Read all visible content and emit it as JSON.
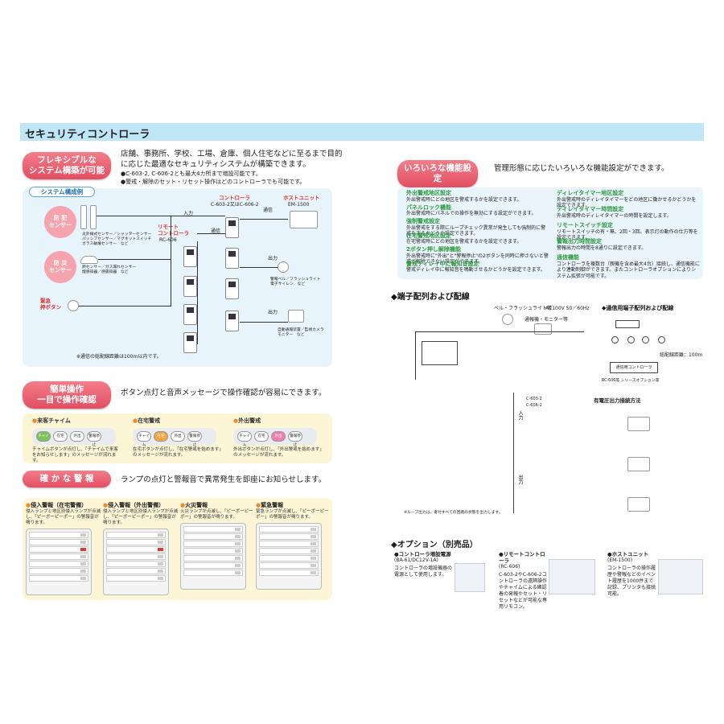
{
  "header": {
    "title": "セキュリティコントローラ"
  },
  "flex": {
    "badge": "フレキシブルな\nシステム構築が可能",
    "lead": "店舗、事務所、学校、工場、倉庫、個人住宅などに至るまで目的に応じた最適なセキュリティシステムが構築できます。",
    "note1": "●C-603-2, C-606-2とも最大4カ所まで増設可能です。",
    "note2": "●警戒・解除のセット・リセット操作はどのコントローラでも可能です。"
  },
  "system": {
    "tag": "システム構成例",
    "sensor_crime": "防 犯\nセンサー",
    "sensor_crime_desc": "炎外線式センサー／シャッターセンサー\nパッシブセンサー／マグネットスイッチ\nガラス破壊センサー　など",
    "sensor_fire": "防 災\nセンサー",
    "sensor_fire_desc": "熱センサー／ガス漏れセンサー\n煙感知器／感震知器　など",
    "emergency": "緊急\n押ボタン",
    "controller": "コントローラ",
    "controller_model": "C-603-2又はC-606-2",
    "host": "ホストユニット",
    "host_model": "EM-1500",
    "remote": "リモート\nコントローラ",
    "remote_model": "RC-606",
    "in": "入力",
    "comm": "通信",
    "output1": "出力",
    "output2": "出力",
    "wire": "通信",
    "out_desc1": "警報ベル／フラッシュライト\n電子サイレン　など",
    "out_desc2": "自動通報装置／監視カメラ\nモニター　など",
    "footnote": "※通信の総配線距離は100m以内です。"
  },
  "simple": {
    "badge": "簡単操作\n一目で操作確認",
    "lead": "ボタン点灯と音声メッセージで操作確認が容易にできます。",
    "modes": [
      {
        "title": "来客チャイム",
        "desc": "チャイムボタンが点灯し、「チャイムで来客をお知らせします」のメッセージが流れます。",
        "buttons": [
          "チャイム",
          "在宅",
          "外出",
          "警報停止"
        ],
        "active": 0,
        "color": "green"
      },
      {
        "title": "在宅警戒",
        "desc": "在宅ボタンが点灯し、「在宅警戒を始めます」のメッセージが流れます。",
        "buttons": [
          "チャイム",
          "在宅",
          "外出",
          "警報停止"
        ],
        "active": 1,
        "color": "orange"
      },
      {
        "title": "外出警戒",
        "desc": "外出ボタンが点灯し、「外出警戒を始めます」のメッセージが流れます。",
        "buttons": [
          "チャイム",
          "在宅",
          "外出",
          "警報停止"
        ],
        "active": 2,
        "color": "pink"
      }
    ]
  },
  "alarm": {
    "badge": "確 か な 警 報",
    "lead": "ランプの点灯と警報音で異常発生を即座にお知らせします。",
    "cards": [
      {
        "title": "侵入警報（在宅警備）",
        "desc": "侵入ランプと地区別侵入ランプが点滅し、「ピーポーピーポー」の警報音が鳴ります。"
      },
      {
        "title": "侵入警報（外出警備）",
        "desc": "侵入ランプと地区別侵入ランプが点滅し、「ピーポーピーポー」の警報音が鳴ります。"
      },
      {
        "title": "火災警報",
        "desc": "火災ランプが点滅し、「ピーポーピーポー」の警報音が鳴ります。"
      },
      {
        "title": "緊急警報",
        "desc": "緊急ランプが点滅し、「ピーポーピーポー」の警報音が鳴ります。"
      }
    ]
  },
  "functions": {
    "badge": "いろいろな機能設定",
    "lead": "管理形態に応じたいろいろな機能設定ができます。",
    "left": [
      {
        "title": "外出警戒地区設定",
        "desc": "外出警戒時にどの地区を警戒するかを設定できます。"
      },
      {
        "title": "パネルロック機能",
        "desc": "外出警戒時にパネルでの操作を無効にする設定ができます。"
      },
      {
        "title": "強制警戒設定",
        "desc": "外出警戒をする際にループチェック異常が発生しても強制的に警戒をするかどうか設定できます。"
      },
      {
        "title": "在宅警戒地区設定",
        "desc": "在宅警戒時にどの地区を警戒するかを設定できます。"
      },
      {
        "title": "2ボタン押し解除機能",
        "desc": "外出警戒時に\"外出\"と\"警報停止\"の2ボタンを同時に押さないと警戒が解除できない設定ができます。"
      },
      {
        "title": "警戒ディレイ中に報知音設定",
        "desc": "警戒ディレイ中に報知音を鳴動させるかどうかを設定できます。"
      }
    ],
    "right": [
      {
        "title": "ディレイタイマー地区設定",
        "desc": "外出警戒時のディレイタイマーをどの地区に働かせるかどうかを設定できます。"
      },
      {
        "title": "ディレイタイマー時間設定",
        "desc": "外出警戒時のディレイタイマーの時間を設定します。"
      },
      {
        "title": "リモートスイッチ設定",
        "desc": "リモートスイッチの有・無、2回・3回、表示灯の動作の仕方等を設定できます。"
      },
      {
        "title": "警報出力時間設定",
        "desc": "警報出力の時間を8通りに設定できます。"
      },
      {
        "title": "通信機能",
        "desc": "コントローラを複数台（親機を含め最大4台）接続し、通信機能により連動制御ができます。またコントローラオプションによりシステム拡張が可能です。"
      }
    ]
  },
  "wiring": {
    "title": "◆端子配列および配線",
    "comm_title": "◆通信用端子配列および配線",
    "bell": "ベル・フラッシュライト等",
    "power": "AC100V 50／60Hz",
    "comm_line": "通報機・モニター等",
    "host": "通信用コントローラ",
    "host_note": "RC-606等 シリーズオプション等",
    "dist": "総配線距離：100m",
    "fire_title": "有電圧出力接続方法",
    "c603": "C-603-2",
    "c606": "C-606-2",
    "input": "入力",
    "output": "出力",
    "loop_note": "※ループ出力は、寄付すべての回路の状態を出力します。"
  },
  "options": {
    "title": "◆オプション（別売品）",
    "items": [
      {
        "name": "●コントローラ増設電源",
        "model": "(BA-61/DC12V-1A)",
        "desc": "コントローラの増設機器の電源として使用します。"
      },
      {
        "name": "●リモートコントローラ",
        "model": "(RC-606)",
        "desc": "C-603-2やC-606-2コントローラの遠隔操作やチャイムによる確認着の発報やセット・リセットなどが可能な専用リモコン。"
      },
      {
        "name": "●ホストユニット",
        "model": "(EM-1500)",
        "desc": "コントローラの操作履歴や警報などのイベント履歴を1000件まで記録、プリンタも接続可能。"
      }
    ]
  }
}
